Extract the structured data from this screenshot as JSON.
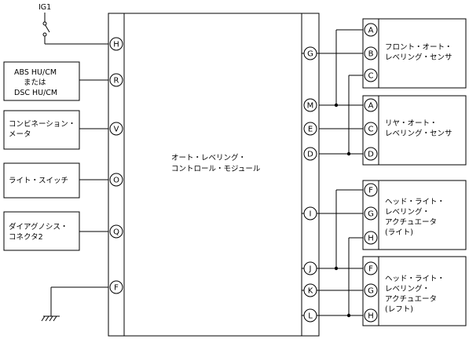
{
  "ignition": {
    "label": "IG1"
  },
  "module": {
    "lines": [
      "オート・レベリング・",
      "コントロール・モジュール"
    ]
  },
  "left_pins": [
    "H",
    "R",
    "V",
    "O",
    "Q",
    "F"
  ],
  "right_pins": [
    "G",
    "M",
    "E",
    "D",
    "I",
    "J",
    "K",
    "L"
  ],
  "left_boxes": [
    {
      "lines": [
        "ABS HU/CM",
        "または",
        "DSC HU/CM"
      ]
    },
    {
      "lines": [
        "コンビネーション・",
        "メータ"
      ]
    },
    {
      "lines": [
        "ライト・スイッチ"
      ]
    },
    {
      "lines": [
        "ダイアグノシス・",
        "コネクタ2"
      ]
    }
  ],
  "right_boxes": [
    {
      "pins": [
        "A",
        "B",
        "C"
      ],
      "lines": [
        "フロント・オート・",
        "レベリング・センサ"
      ]
    },
    {
      "pins": [
        "A",
        "C",
        "D"
      ],
      "lines": [
        "リヤ・オート・",
        "レベリング・センサ"
      ]
    },
    {
      "pins": [
        "F",
        "G",
        "H"
      ],
      "lines": [
        "ヘッド・ライト・",
        "レベリング・",
        "アクチュエータ",
        "(ライト)"
      ]
    },
    {
      "pins": [
        "F",
        "G",
        "H"
      ],
      "lines": [
        "ヘッド・ライト・",
        "レベリング・",
        "アクチュエータ",
        "(レフト)"
      ]
    }
  ]
}
